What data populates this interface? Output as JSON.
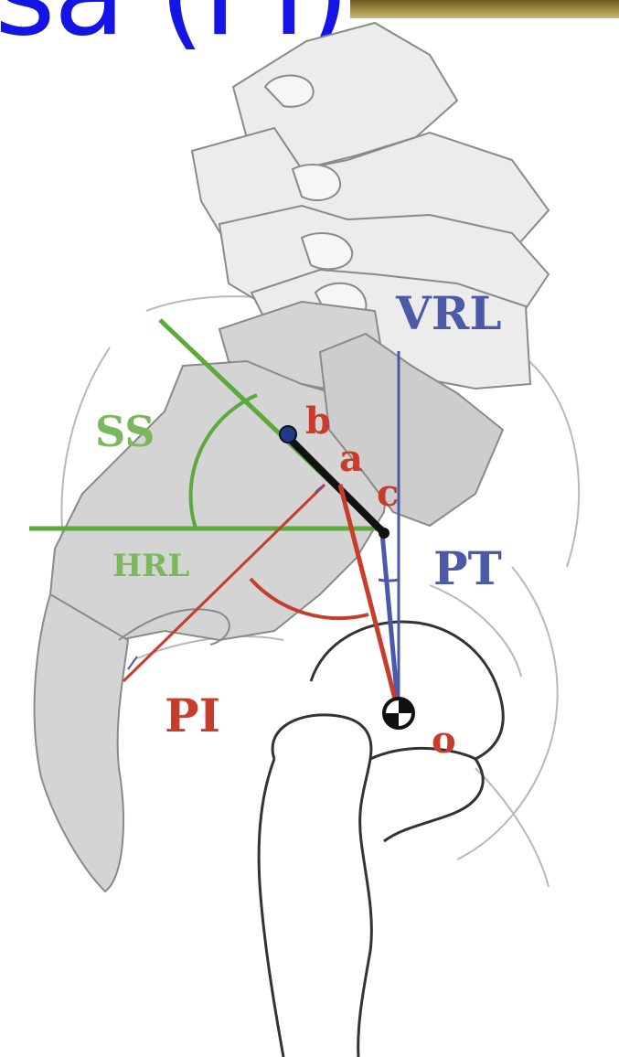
{
  "title_fragment": "sa (PI)",
  "labels": {
    "vrl": "VRL",
    "ss": "SS",
    "b": "b",
    "a": "a",
    "c": "c",
    "hrl": "HRL",
    "pt": "PT",
    "pi": "PI",
    "o": "o"
  },
  "colors": {
    "title": "#1414e6",
    "green": "#5aaa3c",
    "red": "#c83c2c",
    "blue": "#4a5aa8",
    "bone_fill": "#d4d4d4",
    "bone_stroke": "#8a8a8a"
  }
}
